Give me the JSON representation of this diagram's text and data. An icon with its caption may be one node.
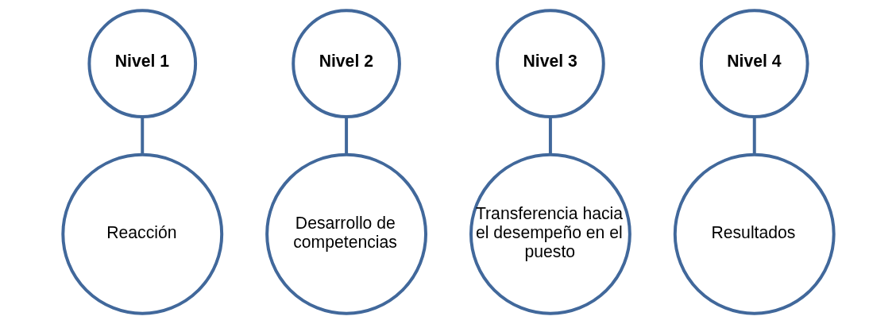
{
  "diagram": {
    "nodes": [
      {
        "text": [
          "Nivel 1"
        ]
      },
      {
        "text": [
          "Nivel 2"
        ]
      },
      {
        "text": [
          "Nivel 3"
        ]
      },
      {
        "text": [
          "Nivel 4"
        ]
      },
      {
        "text": [
          "Reacción"
        ]
      },
      {
        "text": [
          "Desarrollo de competencias"
        ]
      },
      {
        "text": [
          "Transferencia hacia el desempeño en el puesto"
        ]
      },
      {
        "text": [
          "Resultados"
        ]
      }
    ],
    "edges": [
      {
        "from": 0,
        "to": 4,
        "arrow": "none"
      },
      {
        "from": 1,
        "to": 5,
        "arrow": "none"
      },
      {
        "from": 2,
        "to": 6,
        "arrow": "none"
      },
      {
        "from": 3,
        "to": 7,
        "arrow": "none"
      }
    ]
  }
}
